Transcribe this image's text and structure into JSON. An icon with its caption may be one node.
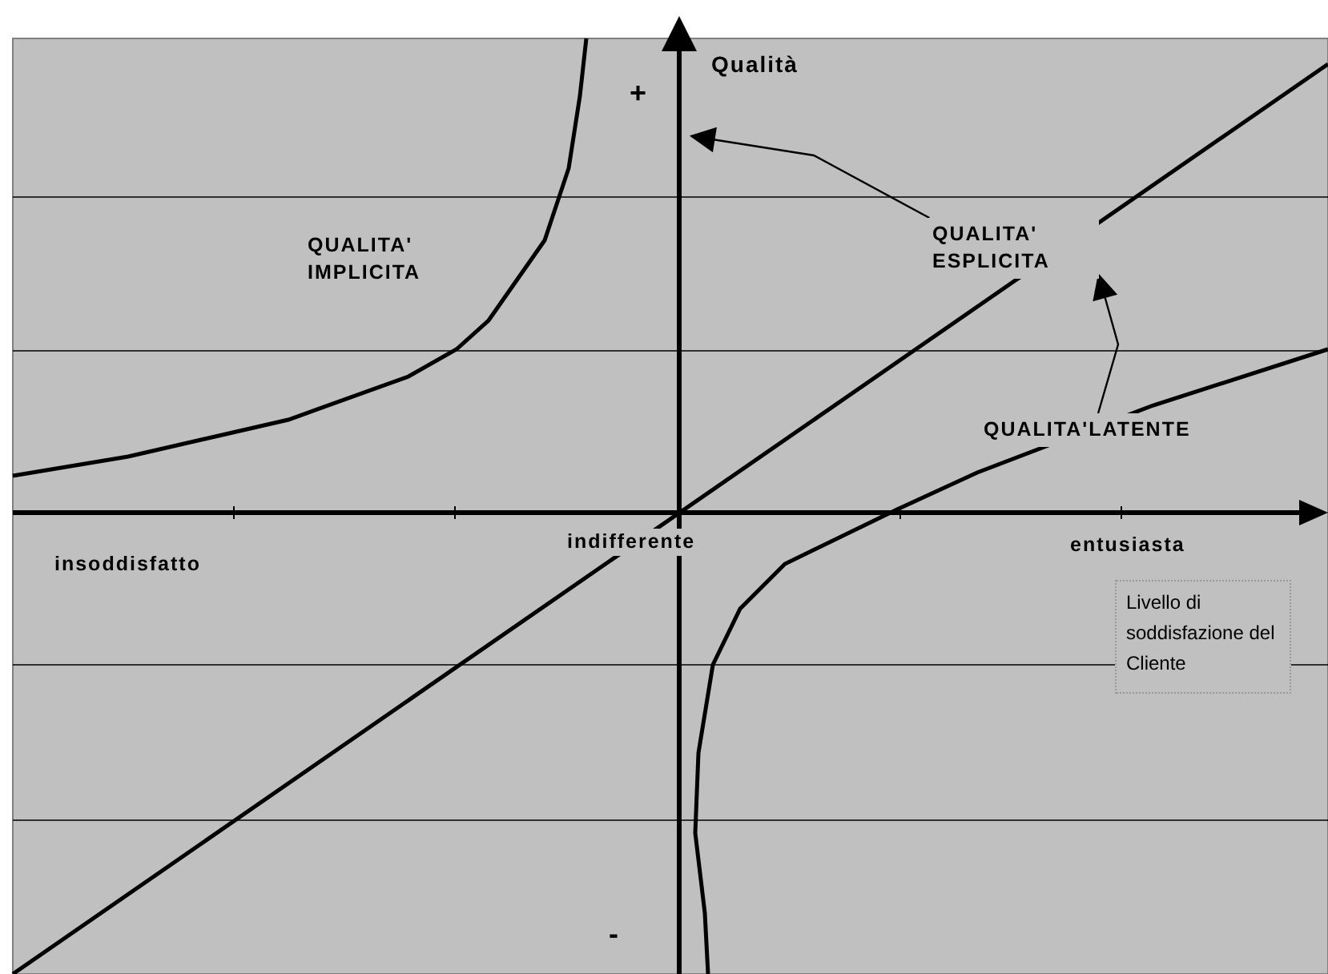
{
  "diagram": {
    "nodes": [
      {
        "text": [
          "QUALITA' IMPLICITA"
        ]
      },
      {
        "text": [
          "QUALITA' ESPLICITA"
        ]
      },
      {
        "text": [
          "QUALITA'LATENTE"
        ]
      }
    ],
    "edges": [
      {
        "from": 1,
        "to": null,
        "arrow": "to"
      },
      {
        "from": 2,
        "to": 1,
        "arrow": "to"
      }
    ],
    "labels": [
      "Qualità",
      "+",
      "insoddisfatto",
      "indifferente",
      "entusiasta",
      "Livello di soddisfazione del Cliente",
      "-"
    ]
  }
}
